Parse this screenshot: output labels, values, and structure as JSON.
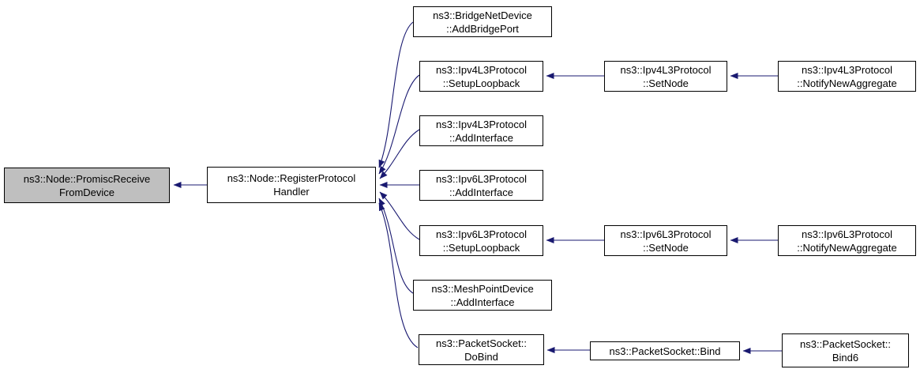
{
  "diagram": {
    "kind": "caller-graph",
    "colors": {
      "edge": "#191970",
      "node_border": "#000000",
      "node_fill": "#ffffff",
      "highlight_fill": "#bfbfbf"
    },
    "nodes": [
      {
        "id": "promisc-receive-from-device",
        "highlighted": true,
        "lines": [
          "ns3::Node::PromiscReceive",
          "FromDevice"
        ]
      },
      {
        "id": "register-protocol-handler",
        "highlighted": false,
        "lines": [
          "ns3::Node::RegisterProtocol",
          "Handler"
        ]
      },
      {
        "id": "bridge-add-bridge-port",
        "highlighted": false,
        "lines": [
          "ns3::BridgeNetDevice",
          "::AddBridgePort"
        ]
      },
      {
        "id": "ipv4-setup-loopback",
        "highlighted": false,
        "lines": [
          "ns3::Ipv4L3Protocol",
          "::SetupLoopback"
        ]
      },
      {
        "id": "ipv4-add-interface",
        "highlighted": false,
        "lines": [
          "ns3::Ipv4L3Protocol",
          "::AddInterface"
        ]
      },
      {
        "id": "ipv6-add-interface",
        "highlighted": false,
        "lines": [
          "ns3::Ipv6L3Protocol",
          "::AddInterface"
        ]
      },
      {
        "id": "ipv6-setup-loopback",
        "highlighted": false,
        "lines": [
          "ns3::Ipv6L3Protocol",
          "::SetupLoopback"
        ]
      },
      {
        "id": "mesh-add-interface",
        "highlighted": false,
        "lines": [
          "ns3::MeshPointDevice",
          "::AddInterface"
        ]
      },
      {
        "id": "packet-socket-do-bind",
        "highlighted": false,
        "lines": [
          "ns3::PacketSocket::",
          "DoBind"
        ]
      },
      {
        "id": "ipv4-set-node",
        "highlighted": false,
        "lines": [
          "ns3::Ipv4L3Protocol",
          "::SetNode"
        ]
      },
      {
        "id": "ipv6-set-node",
        "highlighted": false,
        "lines": [
          "ns3::Ipv6L3Protocol",
          "::SetNode"
        ]
      },
      {
        "id": "packet-socket-bind",
        "highlighted": false,
        "lines": [
          "ns3::PacketSocket::Bind"
        ]
      },
      {
        "id": "ipv4-notify-new-aggregate",
        "highlighted": false,
        "lines": [
          "ns3::Ipv4L3Protocol",
          "::NotifyNewAggregate"
        ]
      },
      {
        "id": "ipv6-notify-new-aggregate",
        "highlighted": false,
        "lines": [
          "ns3::Ipv6L3Protocol",
          "::NotifyNewAggregate"
        ]
      },
      {
        "id": "packet-socket-bind6",
        "highlighted": false,
        "lines": [
          "ns3::PacketSocket::",
          "Bind6"
        ]
      }
    ],
    "edges": [
      {
        "from": "register-protocol-handler",
        "to": "promisc-receive-from-device"
      },
      {
        "from": "bridge-add-bridge-port",
        "to": "register-protocol-handler"
      },
      {
        "from": "ipv4-setup-loopback",
        "to": "register-protocol-handler"
      },
      {
        "from": "ipv4-add-interface",
        "to": "register-protocol-handler"
      },
      {
        "from": "ipv6-add-interface",
        "to": "register-protocol-handler"
      },
      {
        "from": "ipv6-setup-loopback",
        "to": "register-protocol-handler"
      },
      {
        "from": "mesh-add-interface",
        "to": "register-protocol-handler"
      },
      {
        "from": "packet-socket-do-bind",
        "to": "register-protocol-handler"
      },
      {
        "from": "ipv4-set-node",
        "to": "ipv4-setup-loopback"
      },
      {
        "from": "ipv4-notify-new-aggregate",
        "to": "ipv4-set-node"
      },
      {
        "from": "ipv6-set-node",
        "to": "ipv6-setup-loopback"
      },
      {
        "from": "ipv6-notify-new-aggregate",
        "to": "ipv6-set-node"
      },
      {
        "from": "packet-socket-bind",
        "to": "packet-socket-do-bind"
      },
      {
        "from": "packet-socket-bind6",
        "to": "packet-socket-bind"
      }
    ]
  }
}
